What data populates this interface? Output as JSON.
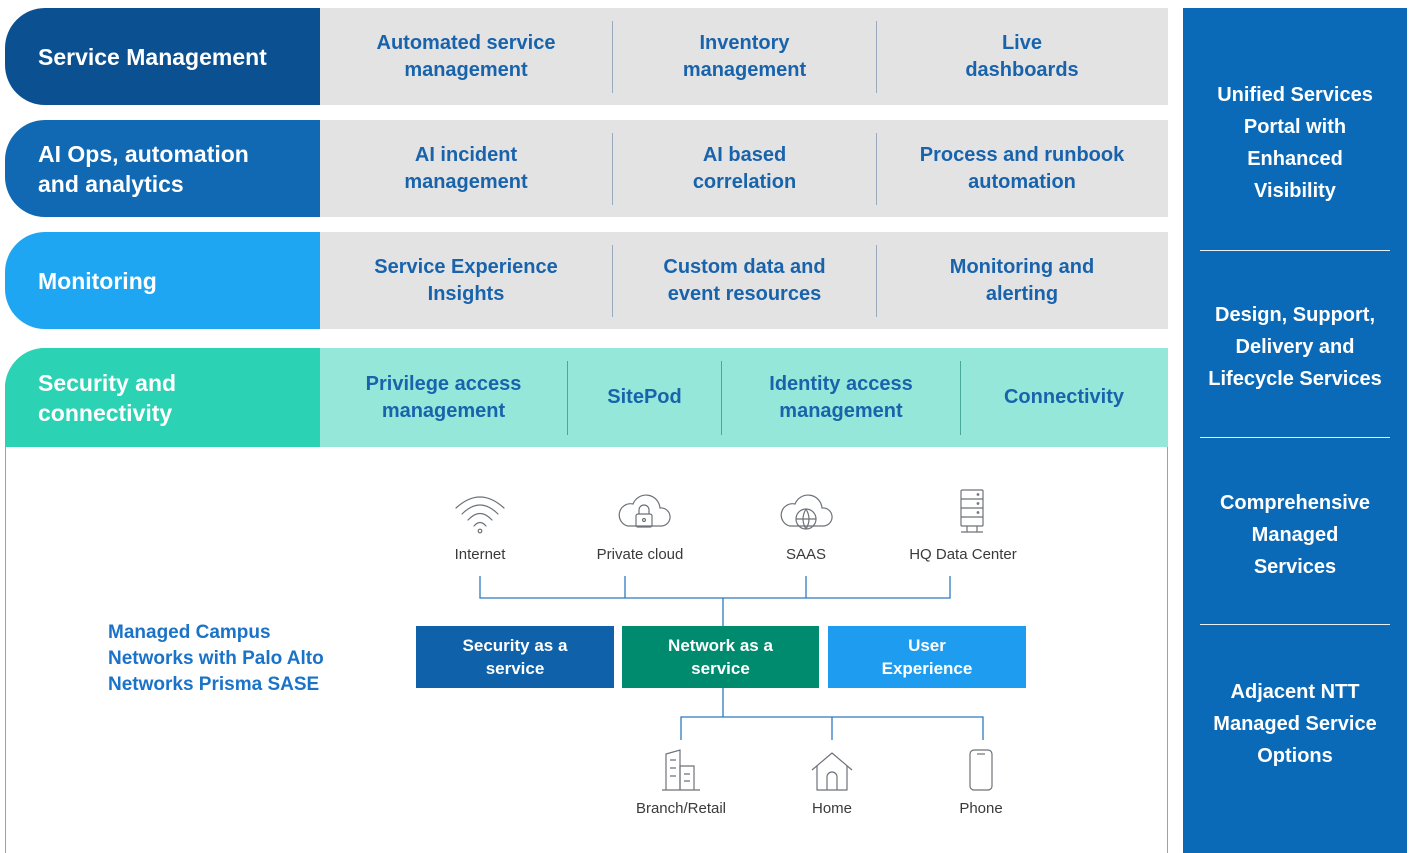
{
  "rows": [
    {
      "label": "Service Management",
      "items": [
        "Automated service\nmanagement",
        "Inventory\nmanagement",
        "Live\ndashboards"
      ]
    },
    {
      "label": "AI Ops, automation\nand analytics",
      "items": [
        "AI incident\nmanagement",
        "AI based\ncorrelation",
        "Process and runbook\nautomation"
      ]
    },
    {
      "label": "Monitoring",
      "items": [
        "Service Experience\nInsights",
        "Custom data and\nevent resources",
        "Monitoring and\nalerting"
      ]
    },
    {
      "label": "Security and\nconnectivity",
      "items": [
        "Privilege access\nmanagement",
        "SitePod",
        "Identity access\nmanagement",
        "Connectivity"
      ]
    }
  ],
  "right_panel": [
    "Unified Services\nPortal with\nEnhanced\nVisibility",
    "Design, Support,\nDelivery and\nLifecycle Services",
    "Comprehensive\nManaged\nServices",
    "Adjacent NTT\nManaged Service\nOptions"
  ],
  "campus_label": "Managed Campus\nNetworks with Palo Alto\nNetworks Prisma SASE",
  "top_nodes": [
    {
      "label": "Internet",
      "icon": "wifi-icon"
    },
    {
      "label": "Private cloud",
      "icon": "cloud-lock-icon"
    },
    {
      "label": "SAAS",
      "icon": "cloud-globe-icon"
    },
    {
      "label": "HQ Data Center",
      "icon": "server-icon"
    }
  ],
  "services": [
    {
      "label": "Security as a\nservice",
      "color": "#0f62a9"
    },
    {
      "label": "Network as a\nservice",
      "color": "#008a6e"
    },
    {
      "label": "User\nExperience",
      "color": "#1d9cf0"
    }
  ],
  "bottom_nodes": [
    {
      "label": "Branch/Retail",
      "icon": "buildings-icon"
    },
    {
      "label": "Home",
      "icon": "home-icon"
    },
    {
      "label": "Phone",
      "icon": "phone-icon"
    }
  ],
  "colors": {
    "line": "#2f79c0",
    "icon": "#6d7278",
    "row1": "#0b5191",
    "row2": "#1169b3",
    "row3": "#1fa6f2",
    "row4": "#2bd3b4",
    "panel": "#0b6ab8"
  }
}
